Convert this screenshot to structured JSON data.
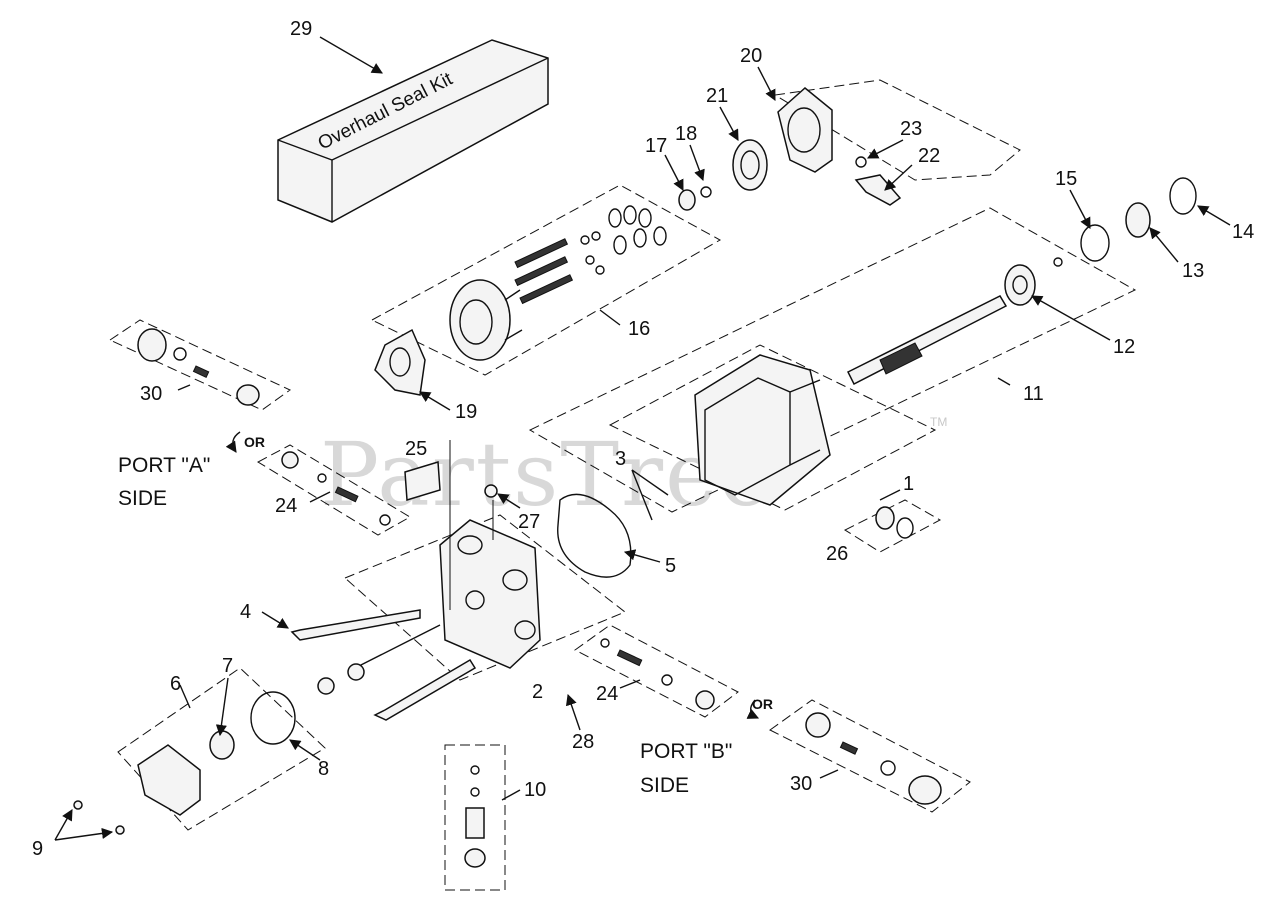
{
  "watermark": {
    "text": "PartsTree",
    "trademark": "TM"
  },
  "kit": {
    "text": "Overhaul Seal Kit"
  },
  "sides": {
    "port_a": {
      "line1": "PORT \"A\"",
      "line2": "SIDE",
      "or": "OR"
    },
    "port_b": {
      "line1": "PORT \"B\"",
      "line2": "SIDE",
      "or": "OR"
    }
  },
  "callouts": {
    "c1": "1",
    "c2": "2",
    "c3": "3",
    "c4": "4",
    "c5": "5",
    "c6": "6",
    "c7": "7",
    "c8": "8",
    "c9": "9",
    "c10": "10",
    "c11": "11",
    "c12": "12",
    "c13": "13",
    "c14": "14",
    "c15": "15",
    "c16": "16",
    "c17": "17",
    "c18": "18",
    "c19": "19",
    "c20": "20",
    "c21": "21",
    "c22": "22",
    "c23": "23",
    "c24a": "24",
    "c24b": "24",
    "c25": "25",
    "c26": "26",
    "c27": "27",
    "c28": "28",
    "c29": "29",
    "c30a": "30",
    "c30b": "30"
  }
}
